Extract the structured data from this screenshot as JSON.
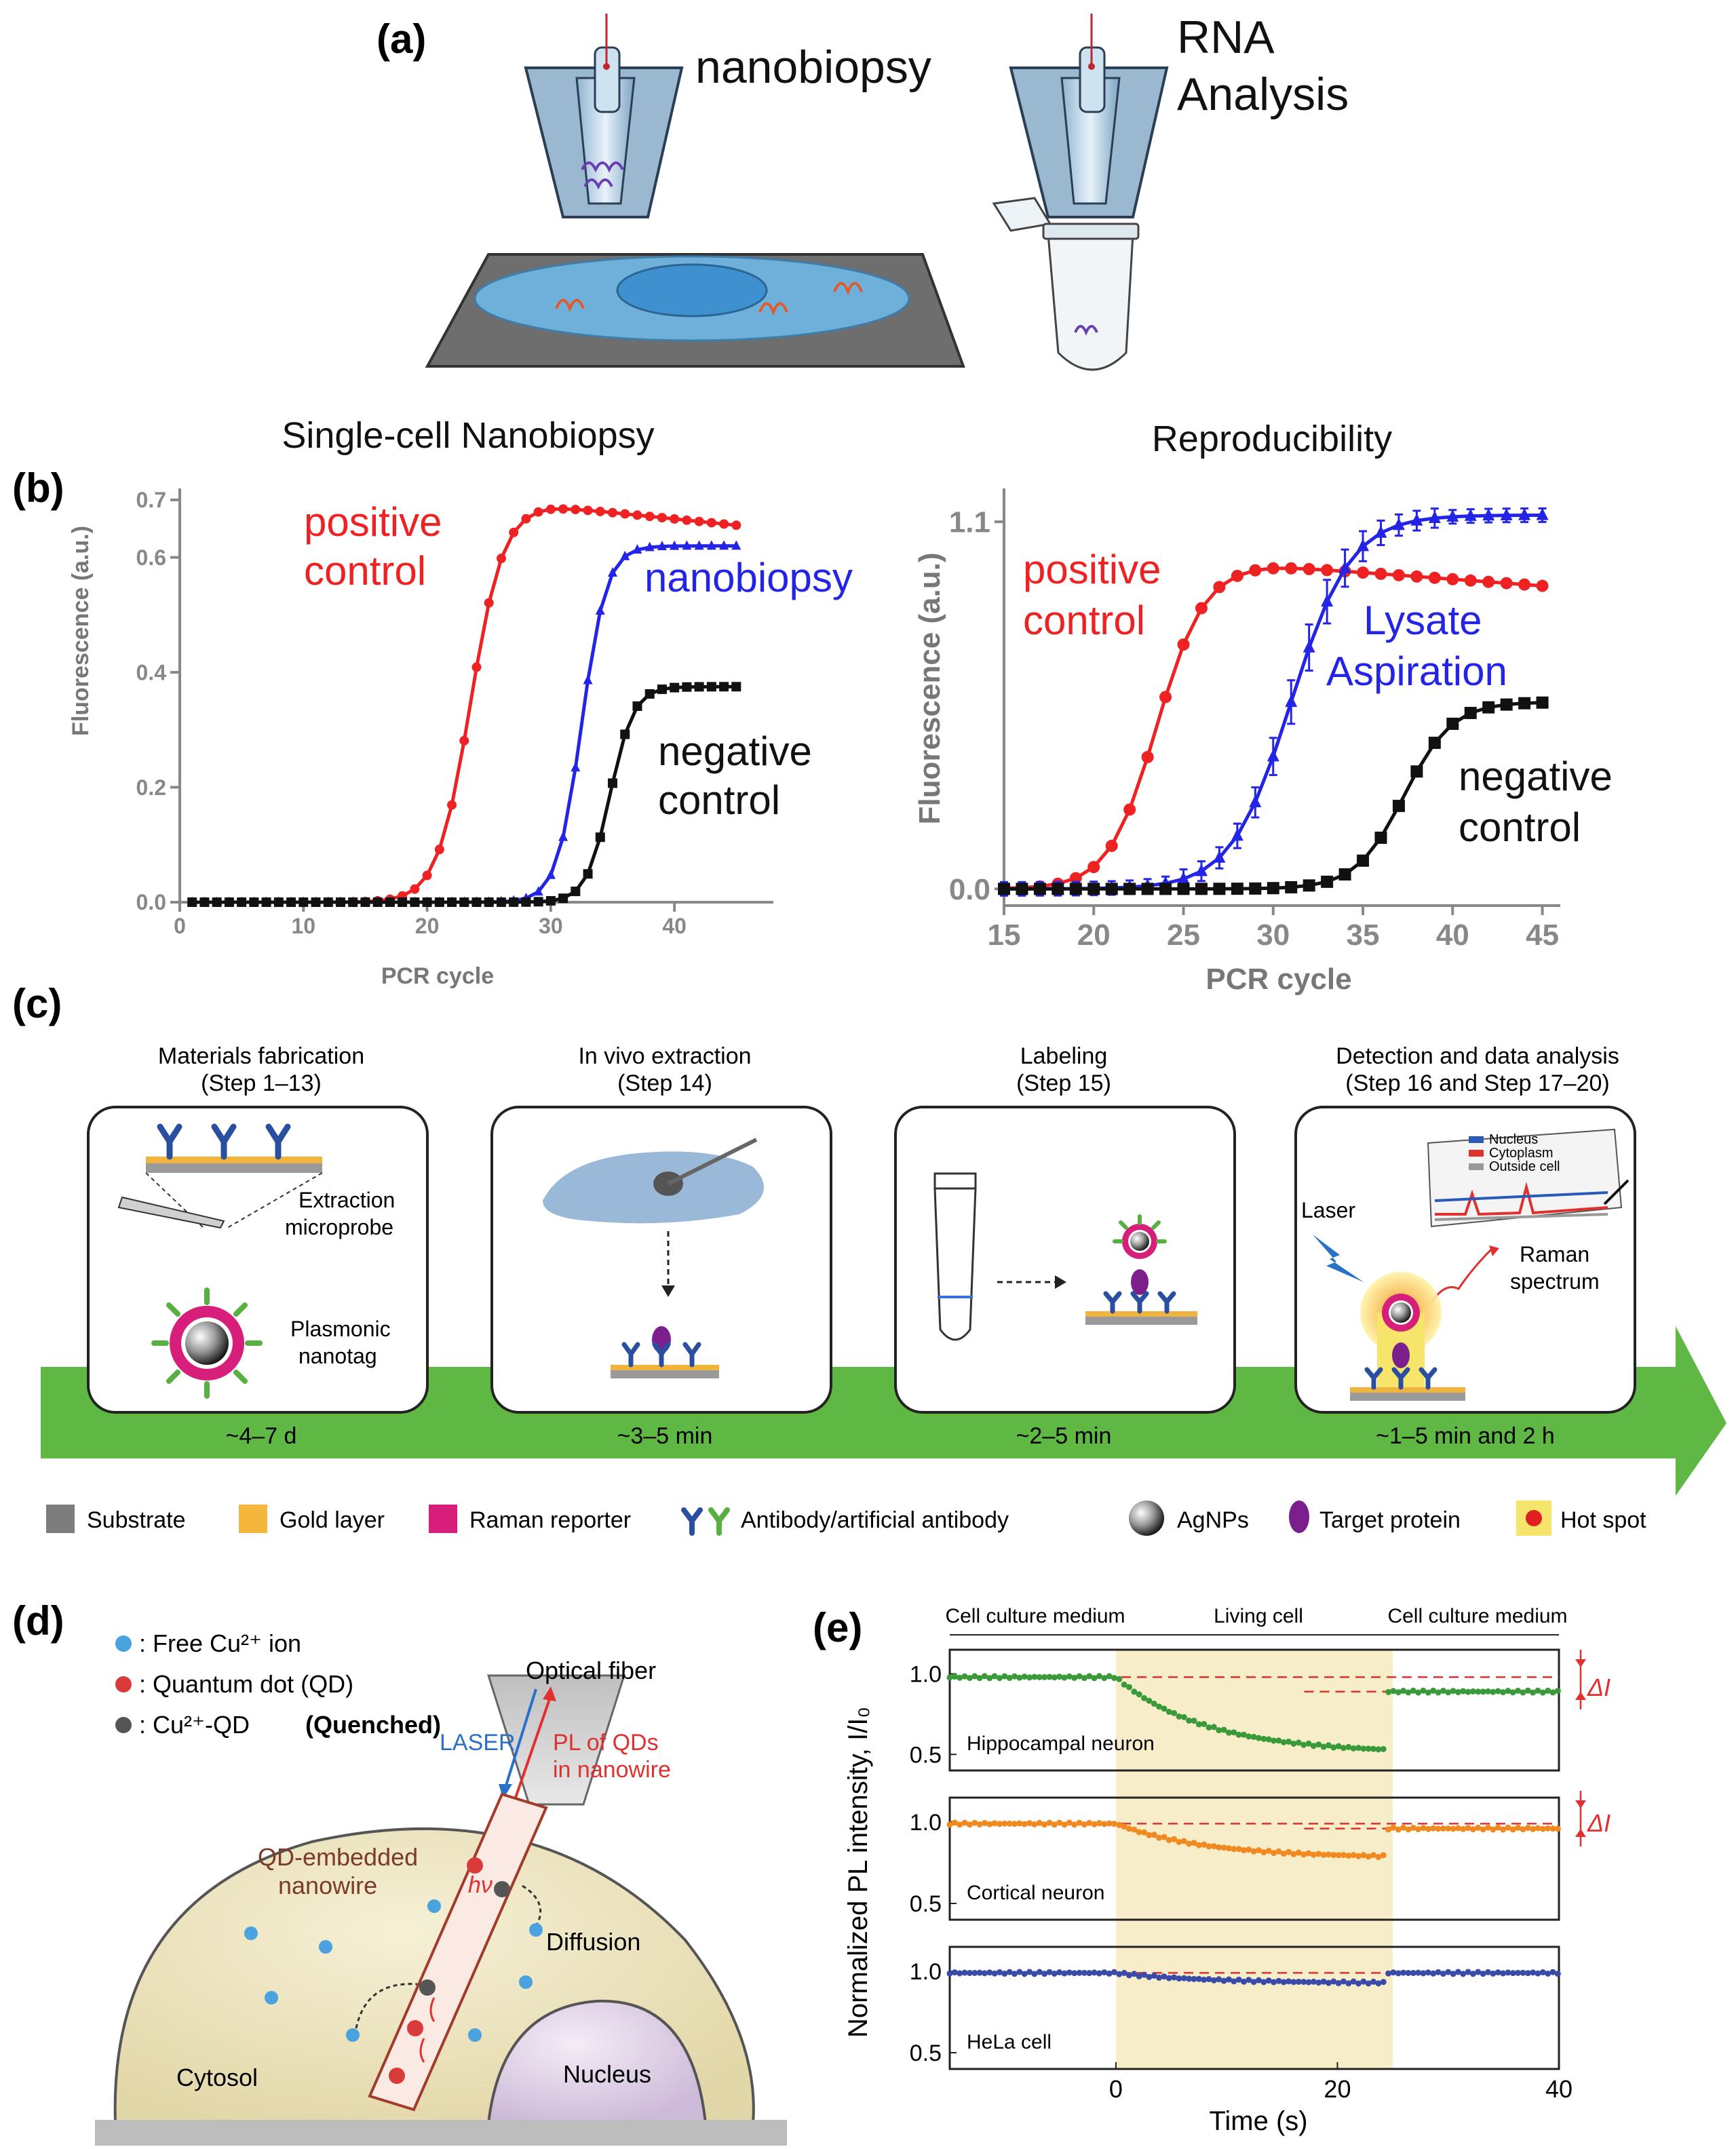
{
  "panels": {
    "a": {
      "label": "(a)",
      "nanobiopsy": "nanobiopsy",
      "rna_line1": "RNA",
      "rna_line2": "Analysis"
    },
    "b": {
      "label": "(b)"
    },
    "c": {
      "label": "(c)",
      "steps": [
        {
          "title": "Materials fabrication",
          "step": "(Step 1–13)",
          "time": "~4–7 d"
        },
        {
          "title": "In vivo extraction",
          "step": "(Step 14)",
          "time": "~3–5 min"
        },
        {
          "title": "Labeling",
          "step": "(Step 15)",
          "time": "~2–5 min"
        },
        {
          "title": "Detection and data analysis",
          "step": "(Step 16 and Step 17–20)",
          "time": "~1–5 min and 2 h"
        }
      ],
      "box1": {
        "extraction_1": "Extraction",
        "extraction_2": "microprobe",
        "plasmonic_1": "Plasmonic",
        "plasmonic_2": "nanotag"
      },
      "box4": {
        "laser": "Laser",
        "raman_1": "Raman",
        "raman_2": "spectrum",
        "legend": [
          "Nucleus",
          "Cytoplasm",
          "Outside cell"
        ]
      },
      "legend": [
        "Substrate",
        "Gold layer",
        "Raman reporter",
        "Antibody/artificial antibody",
        "AgNPs",
        "Target protein",
        "Hot spot"
      ]
    },
    "d": {
      "label": "(d)",
      "legend": [
        {
          "text": ": Free Cu²⁺ ion",
          "color": "#4aa3df"
        },
        {
          "text": ": Quantum dot (QD)",
          "color": "#d93b3b"
        },
        {
          "text": ": Cu²⁺-QD",
          "bold": "(Quenched)",
          "color": "#555555"
        }
      ],
      "optical_fiber": "Optical fiber",
      "laser": "LASER",
      "pl_1": "PL of QDs",
      "pl_2": "in nanowire",
      "qd_1": "QD-embedded",
      "qd_2": "nanowire",
      "hv": "hν",
      "diffusion": "Diffusion",
      "cytosol": "Cytosol",
      "nucleus": "Nucleus"
    },
    "e": {
      "label": "(e)",
      "seg_left": "Cell culture medium",
      "seg_mid": "Living cell",
      "seg_right": "Cell culture medium",
      "ylabel": "Normalized PL intensity, I/I₀",
      "xlabel": "Time (s)",
      "delta": "ΔI",
      "subplots": [
        "Hippocampal neuron",
        "Cortical neuron",
        "HeLa cell"
      ]
    }
  },
  "chart_data": [
    {
      "type": "line",
      "title": "Single-cell Nanobiopsy",
      "xlabel": "PCR cycle",
      "ylabel": "Fluorescence (a.u.)",
      "xlim": [
        0,
        48
      ],
      "ylim": [
        0,
        0.72
      ],
      "xticks": [
        0,
        10,
        20,
        30,
        40
      ],
      "yticks": [
        0.0,
        0.2,
        0.4,
        0.6,
        0.7
      ],
      "series": [
        {
          "name": "positive control",
          "color": "#ee2222",
          "marker": "circle",
          "midpoint": 23.5,
          "slope": 0.75,
          "plateau": 0.69,
          "decay": 0.0022,
          "start": 1,
          "end": 45
        },
        {
          "name": "nanobiopsy",
          "color": "#2424e6",
          "marker": "triangle",
          "midpoint": 32.5,
          "slope": 1.0,
          "plateau": 0.62,
          "decay": 0.0,
          "start": 1,
          "end": 45
        },
        {
          "name": "negative control",
          "color": "#111111",
          "marker": "square",
          "midpoint": 34.8,
          "slope": 1.05,
          "plateau": 0.375,
          "decay": 0.0,
          "start": 1,
          "end": 45
        }
      ]
    },
    {
      "type": "line",
      "title": "Reproducibility",
      "xlabel": "PCR cycle",
      "ylabel": "Fluorescence (a.u.)",
      "xlim": [
        15,
        46
      ],
      "ylim": [
        -0.05,
        1.2
      ],
      "xticks": [
        15,
        20,
        25,
        30,
        35,
        40,
        45
      ],
      "yticks": [
        0.0,
        1.1
      ],
      "series": [
        {
          "name": "positive control",
          "color": "#ee2222",
          "marker": "circle",
          "midpoint": 23.5,
          "slope": 0.75,
          "plateau": 0.97,
          "decay": 0.004,
          "start": 15,
          "end": 45
        },
        {
          "name": "Lysate Aspiration",
          "color": "#2424e6",
          "marker": "triangle",
          "midpoint": 31.0,
          "slope": 0.6,
          "plateau": 1.12,
          "decay": 0.0,
          "start": 15,
          "end": 45
        },
        {
          "name": "negative control",
          "color": "#111111",
          "marker": "square",
          "midpoint": 37.3,
          "slope": 0.75,
          "plateau": 0.56,
          "decay": 0.0,
          "start": 15,
          "end": 45
        }
      ]
    },
    {
      "type": "scatter",
      "xlabel": "Time (s)",
      "ylabel": "Normalized PL intensity, I/I₀",
      "xlim": [
        -15,
        40
      ],
      "xticks": [
        0,
        20,
        40
      ],
      "shaded_range": [
        0,
        25
      ],
      "series": [
        {
          "name": "Hippocampal neuron",
          "color": "#3a9a3a",
          "ylim": [
            0.4,
            1.15
          ],
          "yticks": [
            0.5,
            1.0
          ],
          "before": 0.98,
          "min": 0.53,
          "after": 0.89
        },
        {
          "name": "Cortical neuron",
          "color": "#f08a20",
          "ylim": [
            0.4,
            1.15
          ],
          "yticks": [
            0.5,
            1.0
          ],
          "before": 0.99,
          "min": 0.79,
          "after": 0.96
        },
        {
          "name": "HeLa cell",
          "color": "#3a4aa8",
          "ylim": [
            0.4,
            1.15
          ],
          "yticks": [
            0.5,
            1.0
          ],
          "before": 0.99,
          "min": 0.93,
          "after": 0.99
        }
      ]
    }
  ]
}
